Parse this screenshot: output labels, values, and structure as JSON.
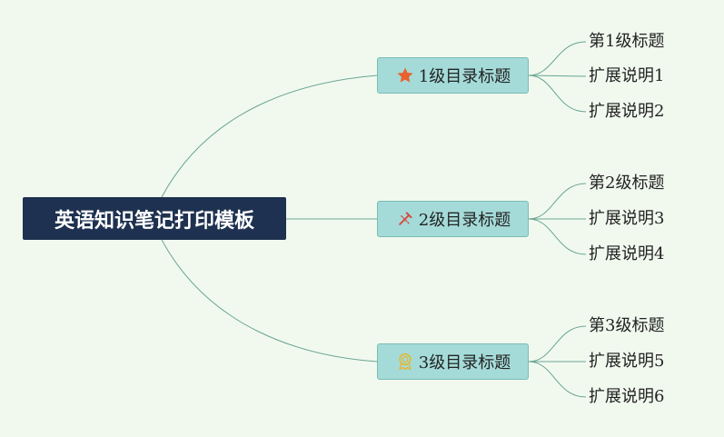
{
  "root": {
    "label": "英语知识笔记打印模板"
  },
  "branches": [
    {
      "label": "1级目录标题",
      "icon": "star-icon",
      "icon_color": "#e8622f",
      "leaves": [
        "第1级标题",
        "扩展说明1",
        "扩展说明2"
      ]
    },
    {
      "label": "2级目录标题",
      "icon": "tools-icon",
      "icon_color": "#d9473a",
      "leaves": [
        "第2级标题",
        "扩展说明3",
        "扩展说明4"
      ]
    },
    {
      "label": "3级目录标题",
      "icon": "medal-icon",
      "icon_color": "#e4b83a",
      "leaves": [
        "第3级标题",
        "扩展说明5",
        "扩展说明6"
      ]
    }
  ],
  "colors": {
    "background": "#f1f9ef",
    "root_fill": "#1e3150",
    "branch_fill": "#a4dbd9",
    "connector": "#5f9e8c"
  }
}
